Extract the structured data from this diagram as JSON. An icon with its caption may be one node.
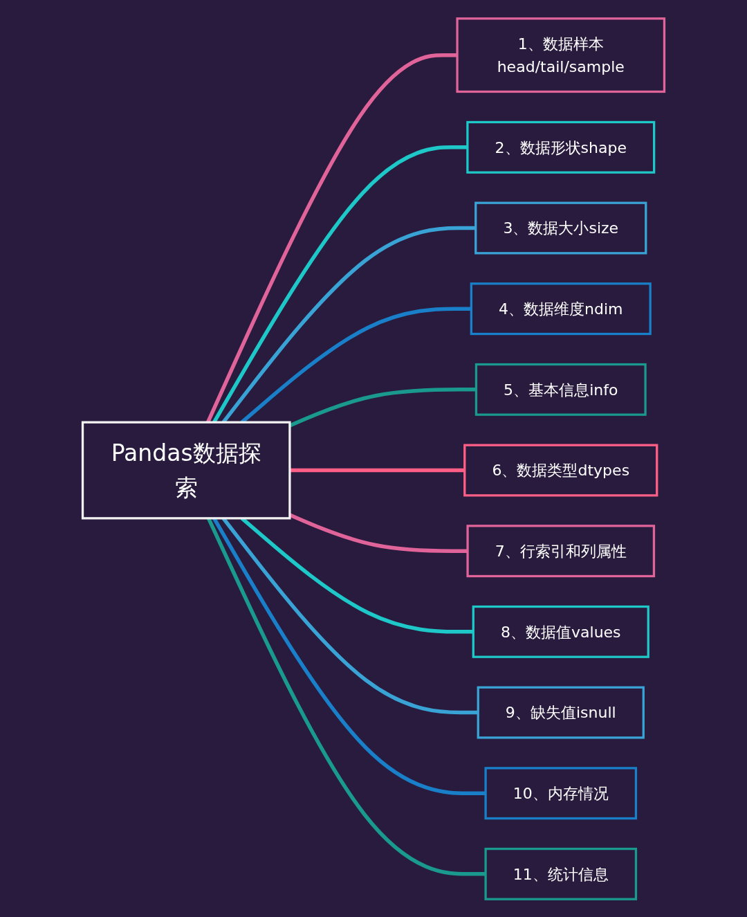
{
  "diagram": {
    "nodes": [
      {
        "text": [
          "Pandas数据探索"
        ]
      },
      {
        "text": [
          "1、数据样本head/tail/sample"
        ]
      },
      {
        "text": [
          "2、数据形状shape"
        ]
      },
      {
        "text": [
          "3、数据大小size"
        ]
      },
      {
        "text": [
          "4、数据维度ndim"
        ]
      },
      {
        "text": [
          "5、基本信息info"
        ]
      },
      {
        "text": [
          "6、数据类型dtypes"
        ]
      },
      {
        "text": [
          "7、行索引和列属性"
        ]
      },
      {
        "text": [
          "8、数据值values"
        ]
      },
      {
        "text": [
          "9、缺失值isnull"
        ]
      },
      {
        "text": [
          "10、内存情况"
        ]
      },
      {
        "text": [
          "11、统计信息"
        ]
      }
    ],
    "edges": [
      {
        "from": 0,
        "to": 1,
        "arrow": "none",
        "color": "#e0649a"
      },
      {
        "from": 0,
        "to": 2,
        "arrow": "none",
        "color": "#1ec8c8"
      },
      {
        "from": 0,
        "to": 3,
        "arrow": "none",
        "color": "#3aa3d6"
      },
      {
        "from": 0,
        "to": 4,
        "arrow": "none",
        "color": "#1a7fc9"
      },
      {
        "from": 0,
        "to": 5,
        "arrow": "none",
        "color": "#1a9a8e"
      },
      {
        "from": 0,
        "to": 6,
        "arrow": "none",
        "color": "#ff5f87"
      },
      {
        "from": 0,
        "to": 7,
        "arrow": "none",
        "color": "#e0649a"
      },
      {
        "from": 0,
        "to": 8,
        "arrow": "none",
        "color": "#1ec8c8"
      },
      {
        "from": 0,
        "to": 9,
        "arrow": "none",
        "color": "#3aa3d6"
      },
      {
        "from": 0,
        "to": 10,
        "arrow": "none",
        "color": "#1a7fc9"
      },
      {
        "from": 0,
        "to": 11,
        "arrow": "none",
        "color": "#1a9a8e"
      }
    ]
  }
}
